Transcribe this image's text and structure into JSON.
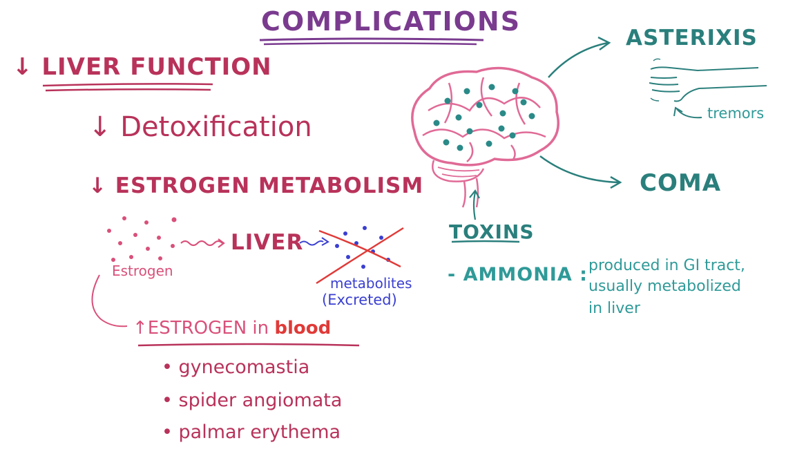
{
  "title": "COMPLICATIONS",
  "left": {
    "liver_function": "↓ LIVER FUNCTION",
    "detox": "↓ Detoxification",
    "estrogen_metabolism": "↓ ESTROGEN METABOLISM",
    "estrogen_label": "Estrogen",
    "liver_label": "LIVER",
    "metabolites": "metabolites",
    "excreted": "(Excreted)",
    "estrogen_blood_prefix": "↑ESTROGEN in",
    "estrogen_blood_word": "blood",
    "effects": [
      "• gynecomastia",
      "• spider angiomata",
      "• palmar erythema"
    ]
  },
  "right": {
    "asterixis": "ASTERIXIS",
    "tremors": "tremors",
    "coma": "COMA",
    "toxins": "TOXINS",
    "ammonia": "- AMMONIA :",
    "ammonia_desc": [
      "produced in GI tract,",
      "usually metabolized",
      "in liver"
    ]
  },
  "colors": {
    "title": "#7a3b8f",
    "magenta": "#b8325a",
    "pink": "#d9507a",
    "red": "#e03a38",
    "blue": "#3a3fd0",
    "teal": "#2a7f7c",
    "teal_light": "#2f9a98"
  }
}
